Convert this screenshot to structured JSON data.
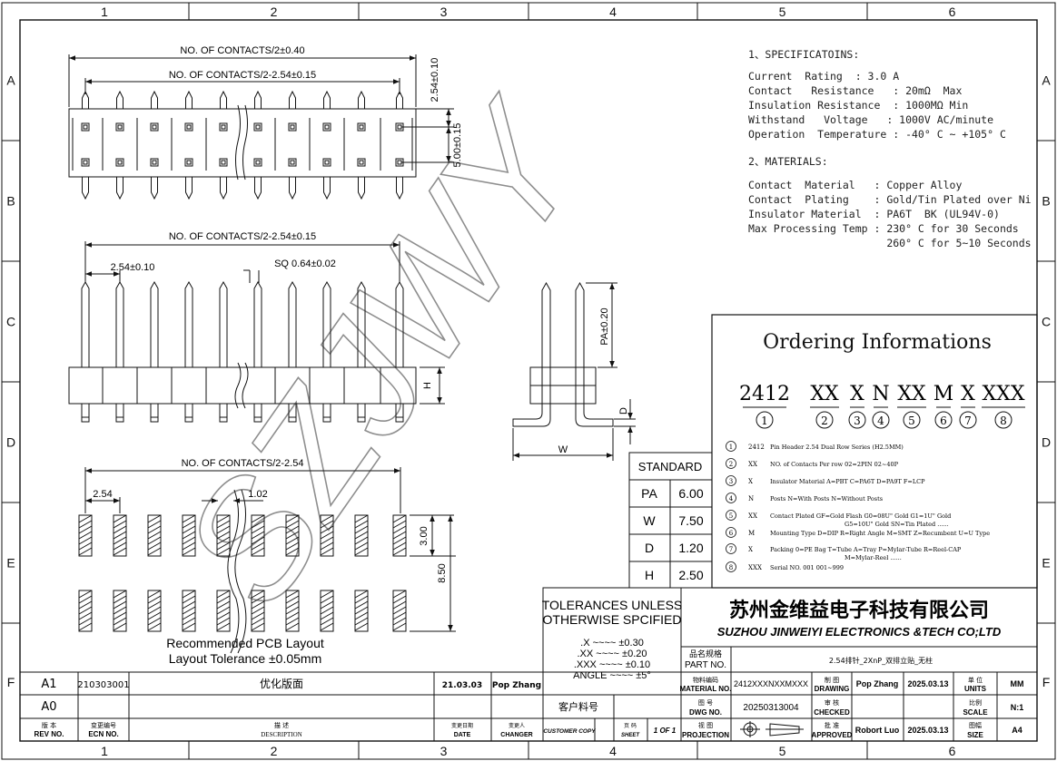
{
  "frame": {
    "columns": [
      "1",
      "2",
      "3",
      "4",
      "5",
      "6"
    ],
    "rows": [
      "A",
      "B",
      "C",
      "D",
      "E",
      "F"
    ]
  },
  "dimensions": {
    "top_total": "NO. OF CONTACTS/2±0.40",
    "top_pitch_span": "NO. OF CONTACTS/2-2.54±0.15",
    "top_row_pitch": "2.54±0.10",
    "top_row_spacing": "5.00±0.15",
    "side_pitch_span": "NO. OF CONTACTS/2-2.54±0.15",
    "side_pitch": "2.54±0.10",
    "side_sq": "SQ 0.64±0.02",
    "side_h": "H",
    "end_pa": "PA±0.20",
    "end_d": "D",
    "end_w": "W",
    "pcb_span": "NO. OF CONTACTS/2-2.54",
    "pcb_pitch": "2.54",
    "pcb_pad_w": "1.02",
    "pcb_pad_h": "3.00",
    "pcb_row": "8.50",
    "pcb_title": "Recommended PCB Layout",
    "pcb_tol": "Layout Tolerance ±0.05mm"
  },
  "watermark": "SZJWY",
  "specs": {
    "title1": "1、SPECIFICATOINS:",
    "lines1": [
      "Current  Rating  : 3.0 A",
      "Contact   Resistance   : 20mΩ  Max",
      "Insulation Resistance  : 1000MΩ Min",
      "Withstand   Voltage   : 1000V AC/minute",
      "Operation  Temperature : -40° C ~ +105° C"
    ],
    "title2": "2、MATERIALS:",
    "lines2": [
      "Contact  Material   : Copper Alloy",
      "Contact  Plating    : Gold/Tin Plated over Ni",
      "Insulator Material  : PA6T  BK (UL94V-0)",
      "Max Processing Temp : 230° C for 30 Seconds",
      "                      260° C for 5~10 Seconds"
    ]
  },
  "ordering": {
    "title": "Ordering Informations",
    "codes": [
      "2412",
      "XX",
      "X",
      "N",
      "XX",
      "M",
      "X",
      "XXX"
    ],
    "nums": [
      "1",
      "2",
      "3",
      "4",
      "5",
      "6",
      "7",
      "8"
    ],
    "items": [
      {
        "n": "1",
        "key": "2412",
        "desc": "Pin  Header 2.54  Dual Row Series  (H2.5MM)"
      },
      {
        "n": "2",
        "key": "XX",
        "desc": "NO. of Contacts  Per   row        02=2PIN  02~40P"
      },
      {
        "n": "3",
        "key": "X",
        "desc": "Insulator Material                     A=PBT C=PA6T  D=PA9T  F=LCP"
      },
      {
        "n": "4",
        "key": "N",
        "desc": "Posts                     N=With Posts   N=Without Posts"
      },
      {
        "n": "5",
        "key": "XX",
        "desc": "Contact Plated        GF=Gold Flash  G0=08U\" Gold   G1=1U\" Gold",
        "desc2": "G5=10U\" Gold    SN=Tin Plated  ......"
      },
      {
        "n": "6",
        "key": "M",
        "desc": "Mounting Type         D=DIP   R=Right Angle  M=SMT  Z=Recumbent  U=U Type"
      },
      {
        "n": "7",
        "key": "X",
        "desc": "Packing               0=PE Bag  T=Tube  A=Tray  P=Mylar-Tube  R=Reel-CAP",
        "desc2": "M=Mylar-Reel  ......"
      },
      {
        "n": "8",
        "key": "XXX",
        "desc": "Serial NO.          001    001~999"
      }
    ]
  },
  "standard": {
    "title": "STANDARD",
    "rows": [
      {
        "k": "PA",
        "v": "6.00"
      },
      {
        "k": "W",
        "v": "7.50"
      },
      {
        "k": "D",
        "v": "1.20"
      },
      {
        "k": "H",
        "v": "2.50"
      }
    ]
  },
  "tolerances": {
    "title1": "TOLERANCES UNLESS",
    "title2": "OTHERWISE SPCIFIED",
    "lines": [
      ".X  ~~~~  ±0.30",
      ".XX  ~~~~  ±0.20",
      ".XXX  ~~~~  ±0.10",
      "ANGLE  ~~~~  ±5°"
    ]
  },
  "company": {
    "cn": "苏州金维益电子科技有限公司",
    "en": "SUZHOU JINWEIYI ELECTRONICS &TECH CO;LTD"
  },
  "titleblock": {
    "part_cn": "品名规格",
    "part_en": "PART NO.",
    "part_value": "2.54排针_2XnP_双排立贴_无柱",
    "material_cn": "物料编码",
    "material_en": "MATERIAL NO.",
    "material_value": "2412XXXNXXMXXX",
    "drawing_cn": "制 图",
    "drawing_en": "DRAWING",
    "drawing_name": "Pop Zhang",
    "drawing_date": "2025.03.13",
    "units_cn": "单 位",
    "units_en": "UNITS",
    "units_value": "MM",
    "dwg_cn": "图 号",
    "dwg_en": "DWG NO.",
    "dwg_value": "20250313004",
    "checked_cn": "审 核",
    "checked_en": "CHECKED",
    "scale_cn": "比例",
    "scale_en": "SCALE",
    "scale_value": "N:1",
    "proj_cn": "视 图",
    "proj_en": "PROJECTION",
    "approved_cn": "批 准",
    "approved_en": "APPROVED",
    "approved_name": "Robort Luo",
    "approved_date": "2025.03.13",
    "size_cn": "图幅",
    "size_en": "SIZE",
    "size_value": "A4",
    "customer_cn": "客户料号",
    "customer_en": "CUSTOMER COPY",
    "sheet_cn": "页 码",
    "sheet_en": "SHEET",
    "sheet_value": "1 OF 1"
  },
  "revisions": {
    "rows": [
      {
        "rev": "A1",
        "ecn": "210303001",
        "desc": "优化版面",
        "date": "21.03.03",
        "changer": "Pop Zhang"
      },
      {
        "rev": "A0",
        "ecn": "",
        "desc": "",
        "date": "",
        "changer": ""
      }
    ],
    "head": {
      "rev_cn": "版  本",
      "rev_en": "REV NO.",
      "ecn_cn": "变更编号",
      "ecn_en": "ECN  NO.",
      "desc_cn": "描  述",
      "desc_en": "DESCRIPTION",
      "date_cn": "变更日期",
      "date_en": "DATE",
      "changer_cn": "变更人",
      "changer_en": "CHANGER"
    }
  }
}
